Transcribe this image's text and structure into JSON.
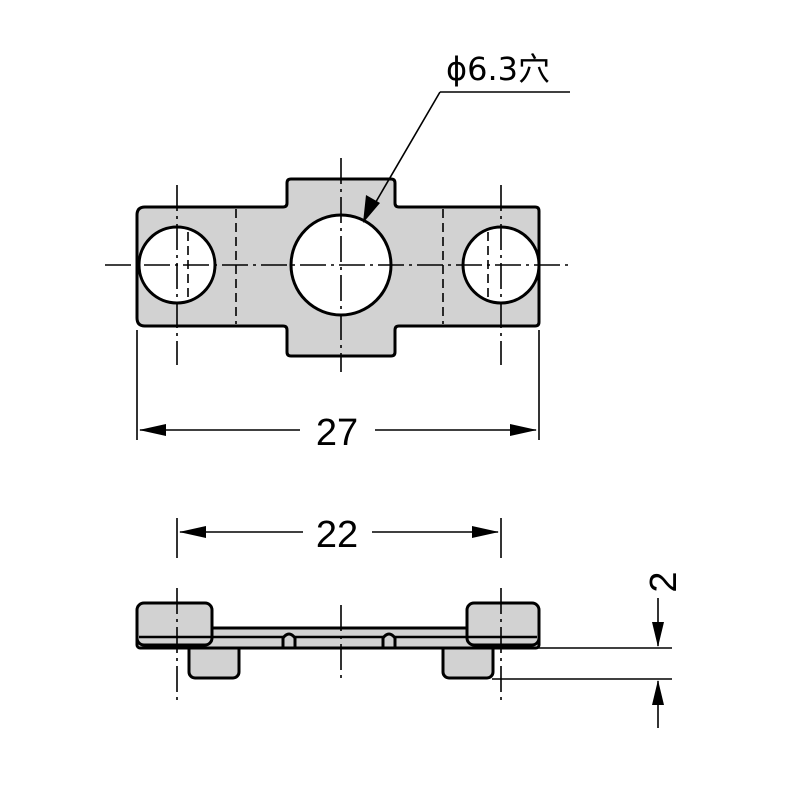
{
  "top_view": {
    "hole_label": "ϕ6.3穴",
    "width_dimension": "27"
  },
  "side_view": {
    "pitch_dimension": "22",
    "thickness_dimension": "2"
  }
}
